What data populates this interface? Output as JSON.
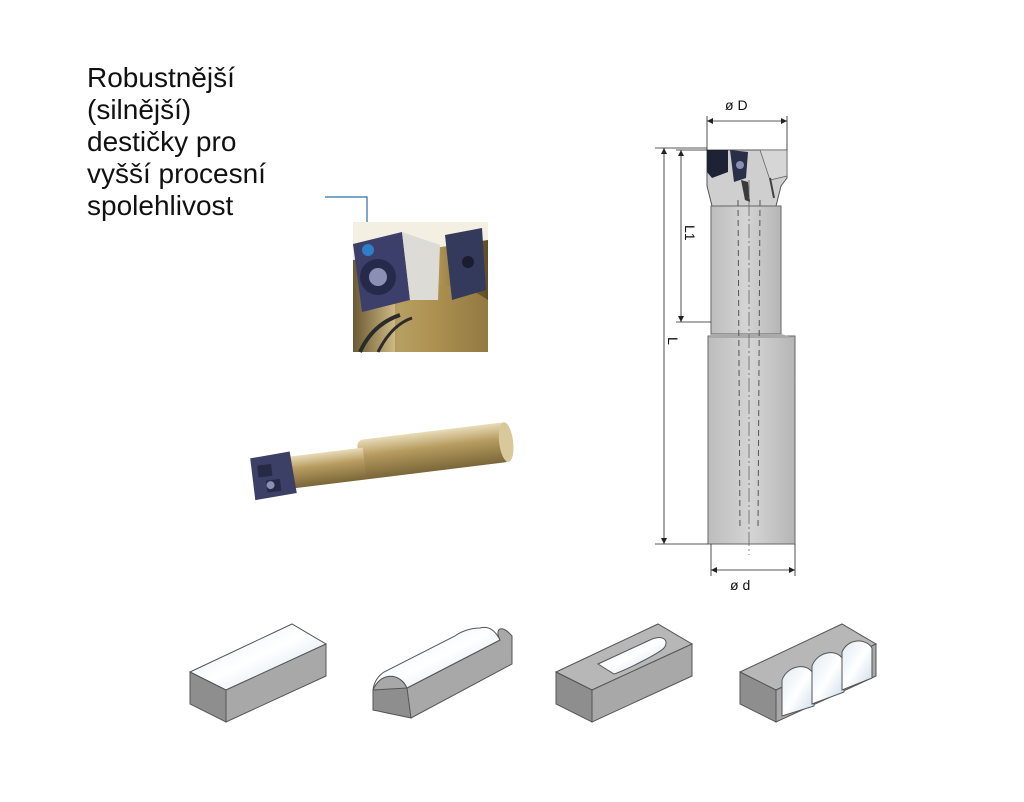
{
  "callout": {
    "lines": [
      "Robustnější",
      "(silnější)",
      "destičky pro",
      "vyšší procesní",
      "spolehlivost"
    ]
  },
  "drawing": {
    "dia_D": "ø D",
    "dia_d": "ø d",
    "len_L1": "L1",
    "len_L": "L"
  },
  "colors": {
    "accent": "#2a6fa8",
    "insert_blue": "#2f7fc7",
    "tool_body": "#c9c9c9",
    "tool_gold": "#c8b27a"
  }
}
